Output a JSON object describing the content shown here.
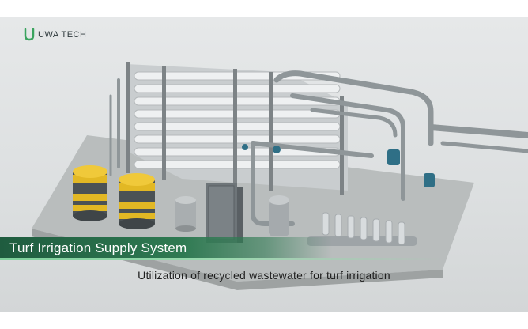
{
  "logo": {
    "text": "UWA TECH",
    "icon": "uwa-tech-logo-icon"
  },
  "banner": {
    "title": "Turf Irrigation Supply System"
  },
  "caption": {
    "text": "Utilization of recycled wastewater for turf irrigation"
  },
  "colors": {
    "brand_green": "#2f7a52",
    "accent_green": "#7ed09b",
    "tank_yellow": "#e2b824"
  }
}
